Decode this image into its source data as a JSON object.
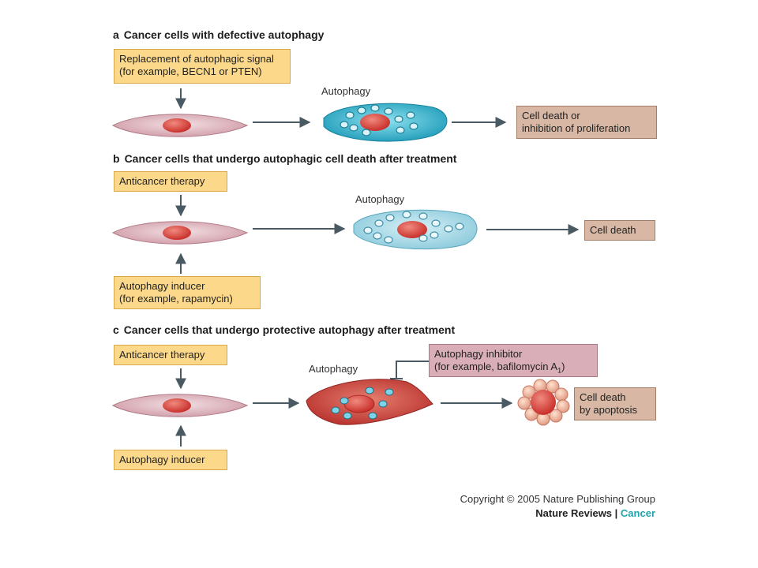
{
  "panels": {
    "a": {
      "letter": "a",
      "title": "Cancer cells with defective autophagy",
      "signal_box": [
        "Replacement of autophagic signal",
        "(for example, BECN1 or PTEN)"
      ],
      "autophagy_label": "Autophagy",
      "outcome_box": [
        "Cell death or",
        "inhibition of proliferation"
      ]
    },
    "b": {
      "letter": "b",
      "title": "Cancer cells that undergo autophagic cell death after treatment",
      "therapy_box": [
        "Anticancer therapy"
      ],
      "inducer_box": [
        "Autophagy inducer",
        "(for example, rapamycin)"
      ],
      "autophagy_label": "Autophagy",
      "outcome_box": [
        "Cell death"
      ]
    },
    "c": {
      "letter": "c",
      "title": "Cancer cells that undergo protective autophagy after treatment",
      "therapy_box": [
        "Anticancer therapy"
      ],
      "inducer_box": [
        "Autophagy inducer"
      ],
      "inhibitor_box": [
        "Autophagy inhibitor",
        "(for example, bafilomycin A"
      ],
      "inhibitor_subscript": "1",
      "inhibitor_suffix": ")",
      "autophagy_label": "Autophagy",
      "outcome_box": [
        "Cell death",
        "by apoptosis"
      ]
    }
  },
  "copyright": {
    "line": "Copyright © 2005 Nature Publishing Group",
    "brand_journal": "Nature Reviews",
    "brand_separator": " | ",
    "brand_section": "Cancer"
  },
  "colors": {
    "yellow_box": "#fcd98a",
    "tan_box": "#d8b8a4",
    "pink_box": "#d9aeb8",
    "arrow": "#4a5a62",
    "nucleus": "#d8413f",
    "cyan_cell": "#3fb6cf",
    "light_blue_cell": "#a9d9e6",
    "red_cell": "#cc4a45",
    "accent": "#23a3ae"
  }
}
